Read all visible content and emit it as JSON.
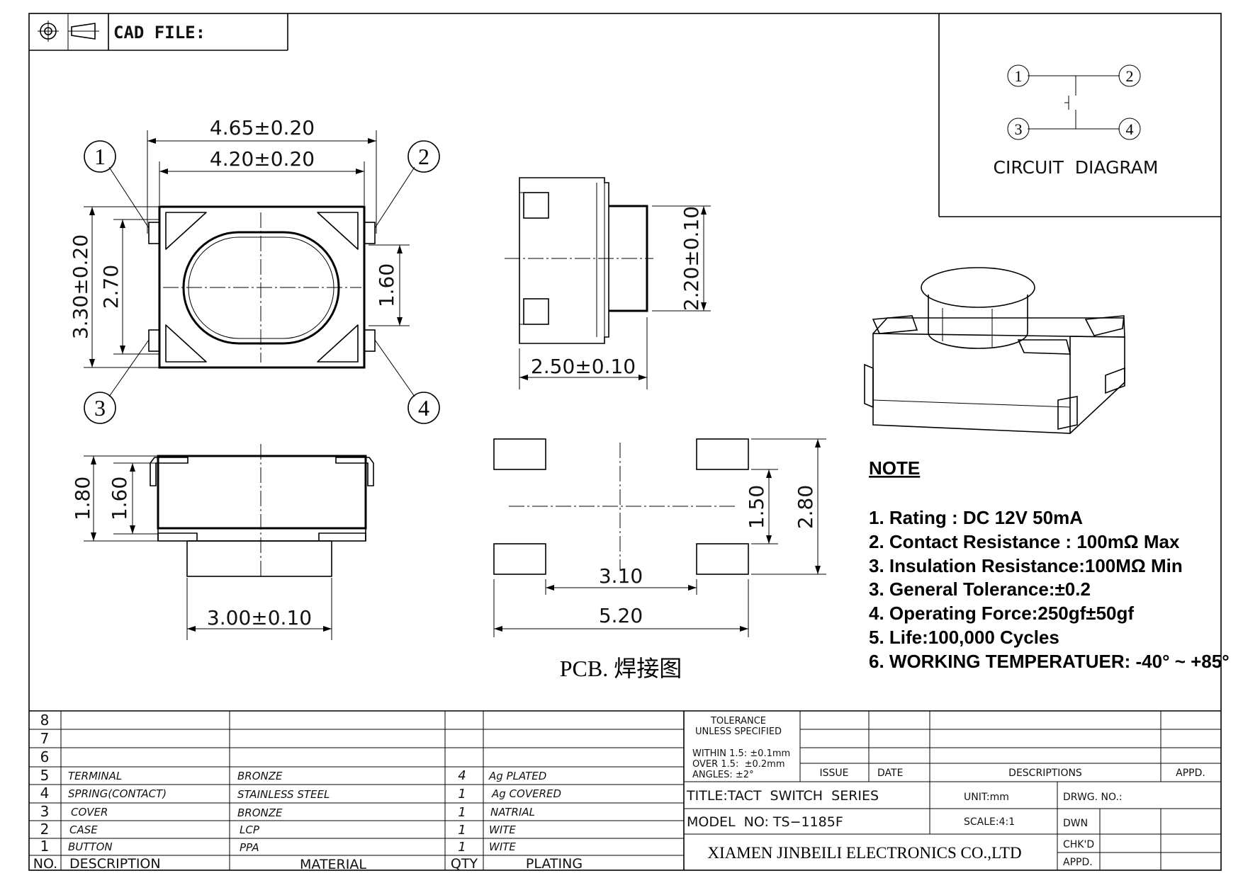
{
  "header": {
    "cad_file_label": "CAD FILE:"
  },
  "top_view": {
    "dim_overall_width": "4.65±0.20",
    "dim_body_width": "4.20±0.20",
    "dim_overall_height": "3.30±0.20",
    "dim_inner_height": "2.70",
    "dim_terminal_pitch": "1.60",
    "pin_labels": [
      "1",
      "2",
      "3",
      "4"
    ]
  },
  "side_view_right": {
    "dim_height": "2.20±0.10",
    "dim_depth": "2.50±0.10"
  },
  "front_view": {
    "dim_total_height": "1.80",
    "dim_body_height": "1.60",
    "dim_base_width": "3.00±0.10"
  },
  "pcb": {
    "dim_inner_pitch": "3.10",
    "dim_outer_width": "5.20",
    "dim_inner_height": "1.50",
    "dim_outer_height": "2.80",
    "caption": "PCB. 焊接图"
  },
  "circuit": {
    "pins": [
      "1",
      "2",
      "3",
      "4"
    ],
    "caption": "CIRCUIT  DIAGRAM"
  },
  "notes": {
    "heading": "NOTE",
    "items": [
      "1. Rating : DC 12V  50mA",
      "2. Contact Resistance : 100mΩ Max",
      "3. Insulation Resistance:100MΩ Min",
      "3. General Tolerance:±0.2",
      "4. Operating Force:250gf±50gf",
      "5. Life:100,000 Cycles",
      "6. WORKING TEMPERATUER: -40° ~ +85°"
    ]
  },
  "bom": {
    "headers": {
      "no": "NO.",
      "description": "DESCRIPTION",
      "material": "MATERIAL",
      "qty": "QTY",
      "plating": "PLATING"
    },
    "rows": [
      {
        "no": "8",
        "description": "",
        "material": "",
        "qty": "",
        "plating": ""
      },
      {
        "no": "7",
        "description": "",
        "material": "",
        "qty": "",
        "plating": ""
      },
      {
        "no": "6",
        "description": "",
        "material": "",
        "qty": "",
        "plating": ""
      },
      {
        "no": "5",
        "description": "TERMINAL",
        "material": "BRONZE",
        "qty": "4",
        "plating": "Ag PLATED"
      },
      {
        "no": "4",
        "description": "SPRING(CONTACT)",
        "material": "STAINLESS STEEL",
        "qty": "1",
        "plating": "Ag COVERED"
      },
      {
        "no": "3",
        "description": "COVER",
        "material": "BRONZE",
        "qty": "1",
        "plating": "NATRIAL"
      },
      {
        "no": "2",
        "description": "CASE",
        "material": "LCP",
        "qty": "1",
        "plating": "WITE"
      },
      {
        "no": "1",
        "description": "BUTTON",
        "material": "PPA",
        "qty": "1",
        "plating": "WITE"
      }
    ]
  },
  "title_block": {
    "tolerance_line1": "TOLERANCE",
    "tolerance_line2": "UNLESS SPECIFIED",
    "tolerance_within": "WITHIN 1.5: ±0.1mm",
    "tolerance_over": "OVER 1.5:  ±0.2mm",
    "tolerance_angles": "ANGLES: ±2°",
    "issue": "ISSUE",
    "date": "DATE",
    "descriptions": "DESCRIPTIONS",
    "appd_col": "APPD.",
    "title": "TITLE:TACT  SWITCH  SERIES",
    "unit": "UNIT:mm",
    "drwg_no": "DRWG. NO.:",
    "model": "MODEL  NO: TS−1185F",
    "scale": "SCALE:4:1",
    "dwn": "DWN",
    "chkd": "CHK'D",
    "appd": "APPD.",
    "company": "XIAMEN JINBEILI ELECTRONICS CO.,LTD"
  }
}
